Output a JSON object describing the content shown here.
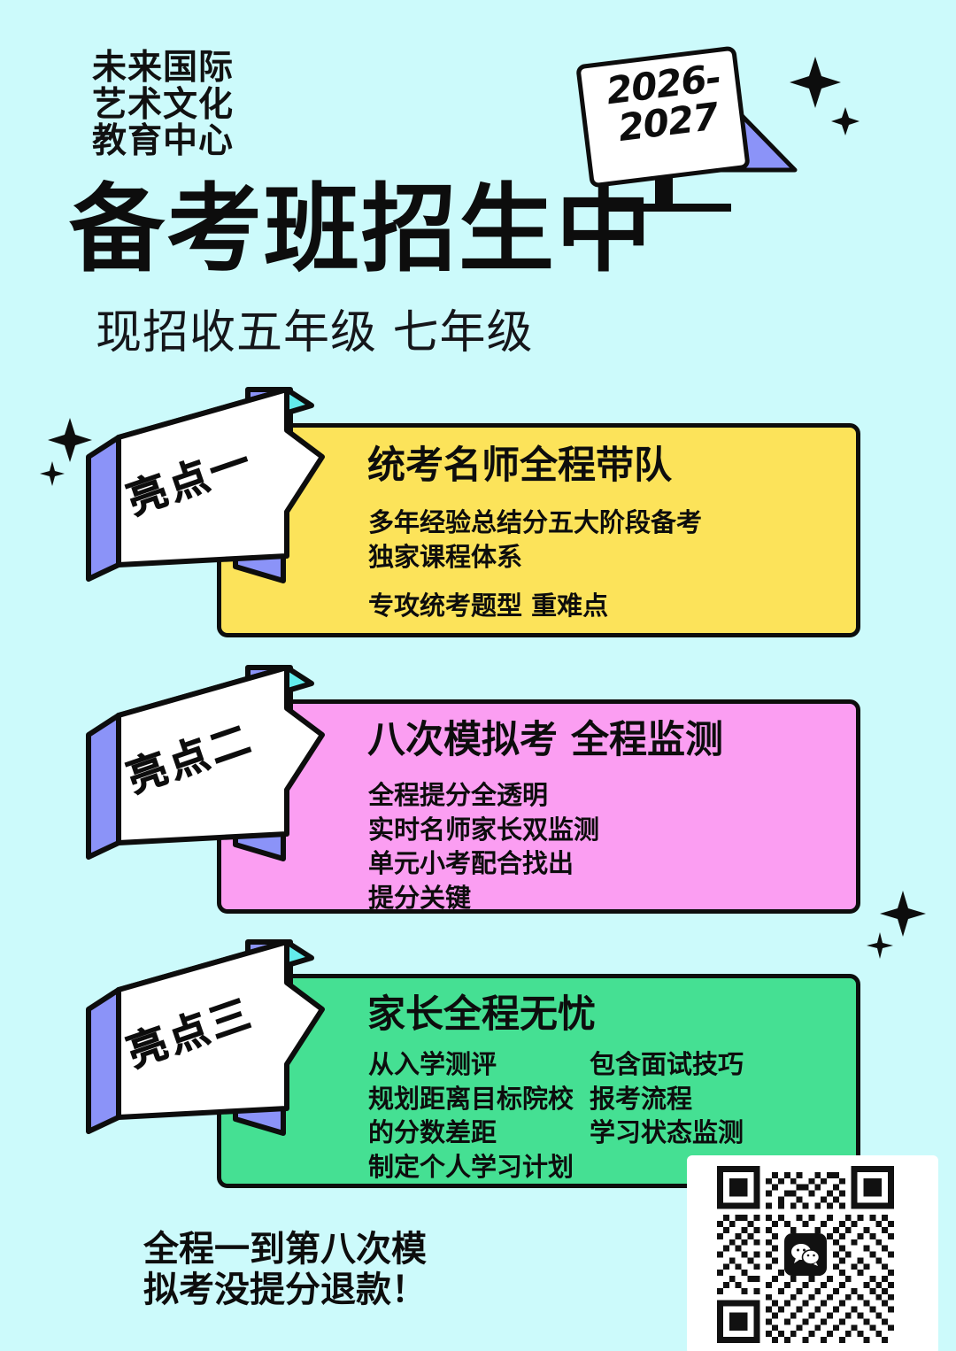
{
  "colors": {
    "background": "#CCFAFB",
    "yellow": "#FCE35A",
    "pink": "#FB9EF2",
    "green": "#45E093",
    "purple": "#8B93F8",
    "cyan_edge": "#5AE8EE",
    "ink": "#0D0D0D",
    "white": "#FFFFFF"
  },
  "header": {
    "logo_lines": [
      "未来国际",
      "艺术文化",
      "教育中心"
    ],
    "year_badge": {
      "line1": "2026-",
      "line2": "2027"
    },
    "main_title": "备考班招生中",
    "sub_title": "现招收五年级 七年级"
  },
  "highlights": [
    {
      "badge": "亮点一",
      "color": "#FCE35A",
      "heading": "统考名师全程带队",
      "body_a": [
        "多年经验总结分五大阶段备考",
        "独家课程体系"
      ],
      "body_b": [
        "专攻统考题型 重难点"
      ]
    },
    {
      "badge": "亮点二",
      "color": "#FB9EF2",
      "heading": "八次模拟考 全程监测",
      "body_a": [
        "全程提分全透明",
        "实时名师家长双监测",
        "单元小考配合找出",
        "提分关键"
      ]
    },
    {
      "badge": "亮点三",
      "color": "#45E093",
      "heading": "家长全程无忧",
      "col_left": [
        "从入学测评",
        "规划距离目标院校",
        "的分数差距",
        "制定个人学习计划"
      ],
      "col_right": [
        "包含面试技巧",
        "报考流程",
        "学习状态监测"
      ]
    }
  ],
  "footer": {
    "note_lines": [
      "全程一到第八次模",
      "拟考没提分退款！"
    ],
    "qr_label": "wechat-qr-code"
  }
}
